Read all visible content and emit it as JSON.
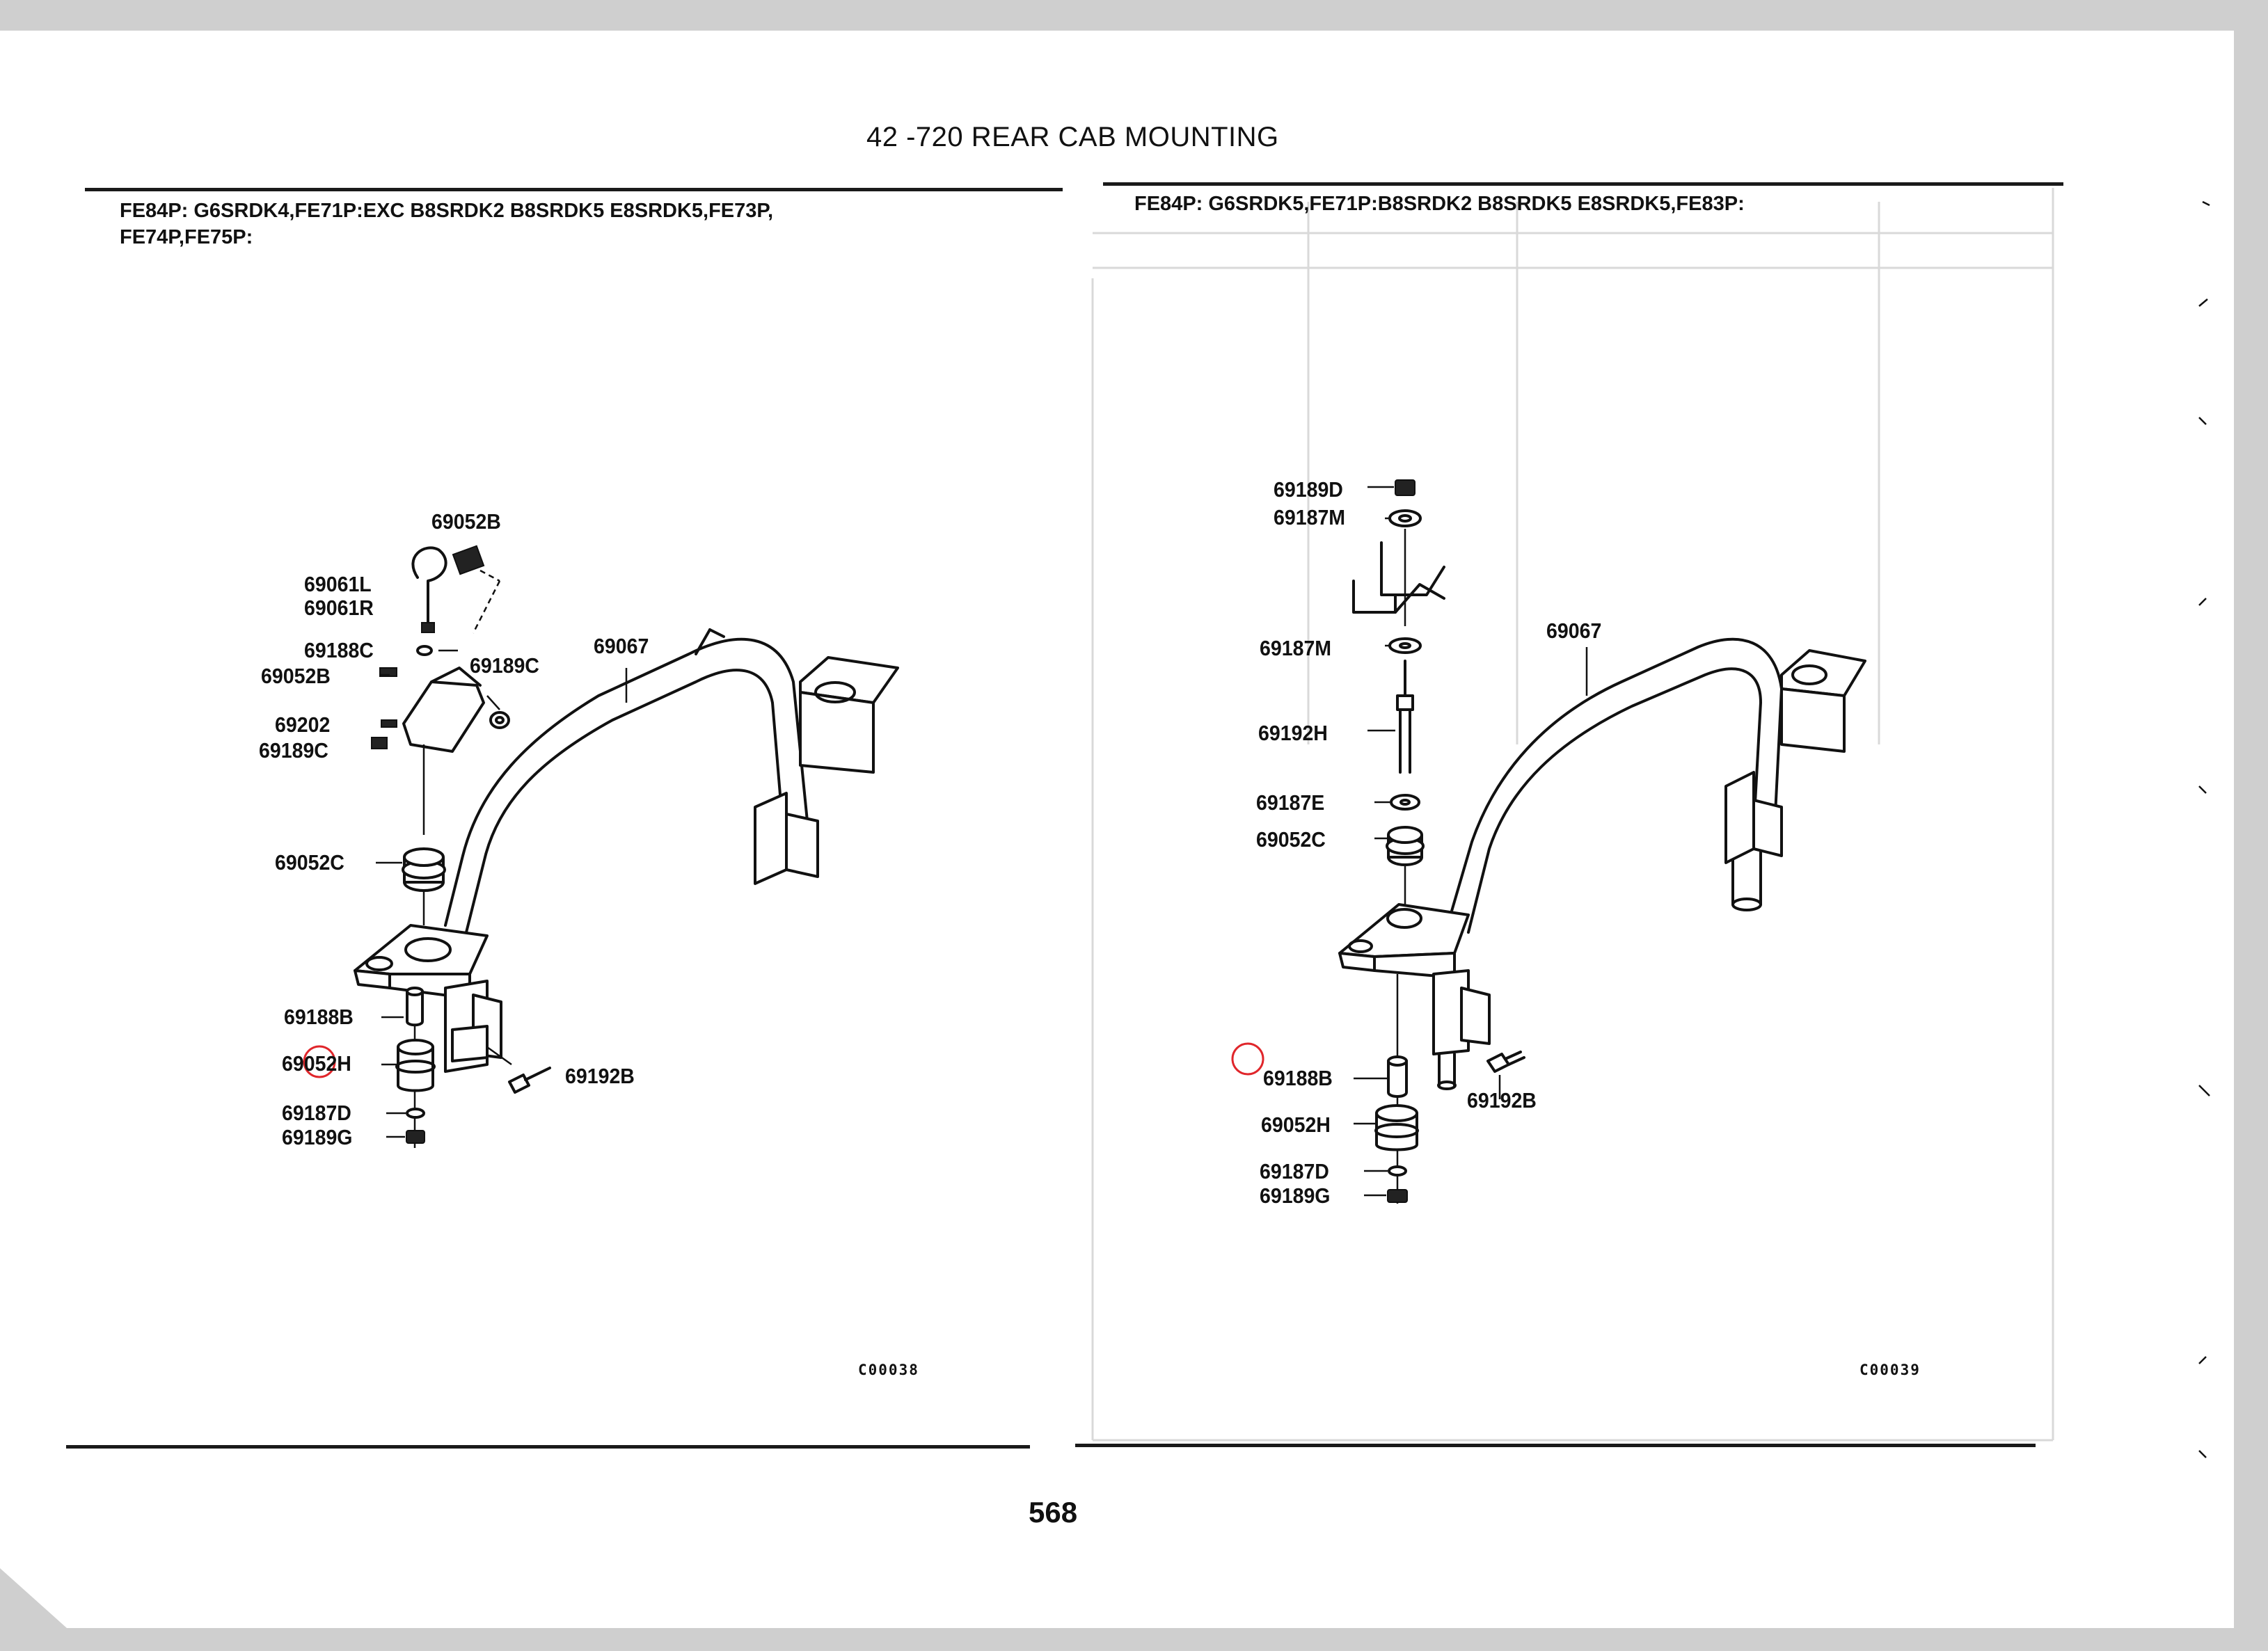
{
  "header": {
    "title": "42 -720   REAR CAB MOUNTING",
    "left_condition_line1": "FE84P: G6SRDK4,FE71P:EXC B8SRDK2 B8SRDK5 E8SRDK5,FE73P,",
    "left_condition_line2": "FE74P,FE75P:",
    "right_condition": "FE84P: G6SRDK5,FE71P:B8SRDK2 B8SRDK5 E8SRDK5,FE83P:"
  },
  "left_figure": {
    "code": "C00038",
    "labels": {
      "p69052B_top": "69052B",
      "p69061L": "69061L",
      "p69061R": "69061R",
      "p69188C": "69188C",
      "p69052B_mid": "69052B",
      "p69189C_right": "69189C",
      "p69067": "69067",
      "p69202": "69202",
      "p69189C_left": "69189C",
      "p69052C": "69052C",
      "p69188B": "69188B",
      "p69052H": "69052H",
      "p69192B": "69192B",
      "p69187D": "69187D",
      "p69189G": "69189G"
    }
  },
  "right_figure": {
    "code": "C00039",
    "labels": {
      "p69189D": "69189D",
      "p69187M_top": "69187M",
      "p69187M_mid": "69187M",
      "p69067": "69067",
      "p69192H": "69192H",
      "p69187E": "69187E",
      "p69052C": "69052C",
      "p69188B": "69188B",
      "p69192B": "69192B",
      "p69052H": "69052H",
      "p69187D": "69187D",
      "p69189G": "69189G"
    }
  },
  "footer": {
    "page_number": "568"
  },
  "colors": {
    "ink": "#111111",
    "marker": "#e0262b",
    "paper": "#ffffff"
  }
}
